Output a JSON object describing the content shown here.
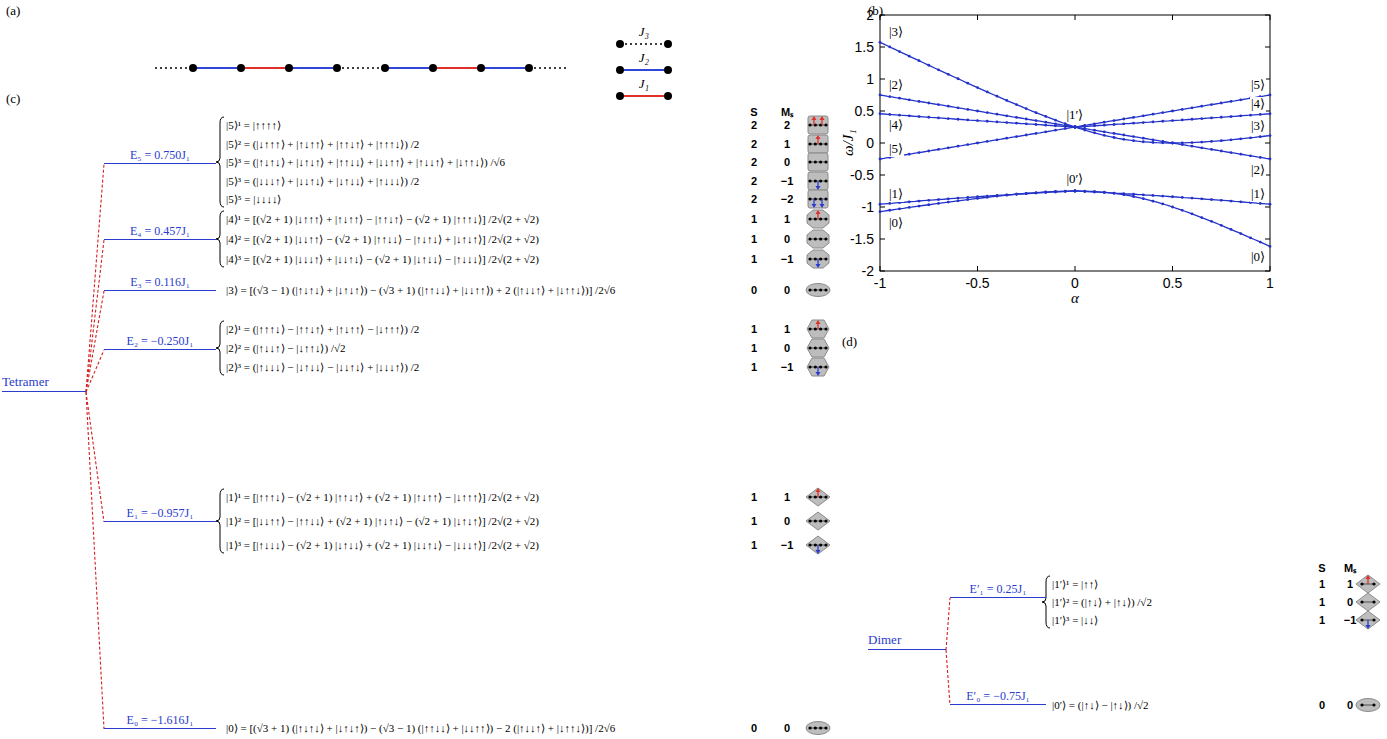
{
  "diagram": {
    "nodes": [
      {
        "text": [
          "Tetramer"
        ]
      },
      {
        "text": [
          "E₅ = 0.750J₁"
        ]
      },
      {
        "text": [
          "E₄ = 0.457J₁"
        ]
      },
      {
        "text": [
          "E₃ = 0.116J₁"
        ]
      },
      {
        "text": [
          "E₂ = −0.250J₁"
        ]
      },
      {
        "text": [
          "E₁ = −0.957J₁"
        ]
      },
      {
        "text": [
          "E₀ = −1.616J₁"
        ]
      },
      {
        "text": [
          "Dimer"
        ]
      },
      {
        "text": [
          "E′₁ = 0.25J₁"
        ]
      },
      {
        "text": [
          "E′₀ = −0.75J₁"
        ]
      }
    ],
    "edges": [
      {
        "from": 0,
        "to": 1,
        "arrow": "none"
      },
      {
        "from": 0,
        "to": 2,
        "arrow": "none"
      },
      {
        "from": 0,
        "to": 3,
        "arrow": "none"
      },
      {
        "from": 0,
        "to": 4,
        "arrow": "none"
      },
      {
        "from": 0,
        "to": 5,
        "arrow": "none"
      },
      {
        "from": 0,
        "to": 6,
        "arrow": "none"
      },
      {
        "from": 7,
        "to": 8,
        "arrow": "none"
      },
      {
        "from": 7,
        "to": 9,
        "arrow": "none"
      }
    ],
    "labels": [
      "(a)",
      "J₃",
      "J₂",
      "J₁",
      "(b)",
      "ω/J₁",
      "α",
      "2",
      "1.5",
      "1",
      "0.5",
      "0",
      "-0.5",
      "-1",
      "-1.5",
      "-2",
      "-1",
      "-0.5",
      "0",
      "0.5",
      "1",
      "|3⟩",
      "|2⟩",
      "|4⟩",
      "|5⟩",
      "|1⟩",
      "|0⟩",
      "|1′⟩",
      "|0′⟩",
      "|5⟩",
      "|4⟩",
      "|3⟩",
      "|2⟩",
      "|1⟩",
      "|0⟩",
      "(c)",
      "S",
      "Mₛ",
      "|5⟩¹ = |↑↑↑↑⟩",
      "2",
      "2",
      "|5⟩² = (|↓↑↑↑⟩ + |↑↓↑↑⟩ + |↑↑↓↑⟩ + |↑↑↑↓⟩) /2",
      "2",
      "1",
      "|5⟩³ = (|↑↓↑↓⟩ + |↓↑↓↑⟩ + |↑↑↓↓⟩ + |↓↓↑↑⟩ + |↑↓↓↑⟩ + |↓↑↑↓⟩) /√6",
      "2",
      "0",
      "|5⟩³ = (|↓↓↓↑⟩ + |↓↓↑↓⟩ + |↓↑↓↓⟩ + |↑↓↓↓⟩) /2",
      "2",
      "−1",
      "|5⟩⁵ = |↓↓↓↓⟩",
      "2",
      "−2",
      "|4⟩¹ = [(√2 + 1) |↓↑↑↑⟩ + |↑↓↑↑⟩ − |↑↑↓↑⟩ − (√2 + 1) |↑↑↑↓⟩] /2√(2 + √2)",
      "1",
      "1",
      "|4⟩² = [(√2 + 1) |↓↓↑↑⟩ − (√2 + 1) |↑↑↓↓⟩ − |↑↓↑↓⟩ + |↓↑↓↑⟩] /2√(2 + √2)",
      "1",
      "0",
      "|4⟩³ = [(√2 + 1) |↓↓↓↑⟩ + |↓↓↑↓⟩ − (√2 + 1) |↓↑↓↓⟩ − |↑↓↓↓⟩] /2√(2 + √2)",
      "1",
      "−1",
      "|3⟩ = [(√3 − 1) (|↑↓↑↓⟩ + |↓↑↓↑⟩) − (√3 + 1) (|↑↑↓↓⟩ + |↓↓↑↑⟩) + 2 (|↑↓↓↑⟩ + |↓↑↑↓⟩)] /2√6",
      "0",
      "0",
      "|2⟩¹ = (|↑↑↑↓⟩ − |↑↑↓↑⟩ + |↑↓↑↑⟩ − |↓↑↑↑⟩) /2",
      "1",
      "1",
      "|2⟩² = (|↑↓↓↑⟩ − |↓↑↑↓⟩) /√2",
      "1",
      "0",
      "|2⟩³ = (|↑↓↓↓⟩ − |↓↑↓↓⟩ − |↓↓↑↓⟩ + |↓↓↓↑⟩) /2",
      "1",
      "−1",
      "|1⟩¹ = [|↑↑↑↓⟩ − (√2 + 1) |↑↑↓↑⟩ + (√2 + 1) |↑↓↑↑⟩ − |↓↑↑↑⟩] /2√(2 + √2)",
      "1",
      "1",
      "|1⟩² = [|↓↓↑↑⟩ − |↑↑↓↓⟩ + (√2 + 1) |↑↓↑↓⟩ − (√2 + 1) |↓↑↓↑⟩] /2√(2 + √2)",
      "1",
      "0",
      "|1⟩³ = [|↑↓↓↓⟩ − (√2 + 1) |↓↑↓↓⟩ + (√2 + 1) |↓↓↑↓⟩ − |↓↓↓↑⟩] /2√(2 + √2)",
      "1",
      "−1",
      "|0⟩ = [(√3 + 1) (|↑↓↑↓⟩ + |↓↑↓↑⟩) − (√3 − 1) (|↑↑↓↓⟩ + |↓↓↑↑⟩) − 2 (|↑↓↓↑⟩ + |↓↑↑↓⟩)] /2√6",
      "0",
      "0",
      "(d)",
      "S",
      "Mₛ",
      "|1′⟩¹ = |↑↑⟩",
      "1",
      "1",
      "|1′⟩² = (|↑↓⟩ + |↑↓⟩) /√2",
      "1",
      "0",
      "|1′⟩³ = |↓↓⟩",
      "1",
      "−1",
      "|0′⟩ = (|↑↓⟩ − |↑↓⟩) /√2",
      "0",
      "0"
    ]
  }
}
